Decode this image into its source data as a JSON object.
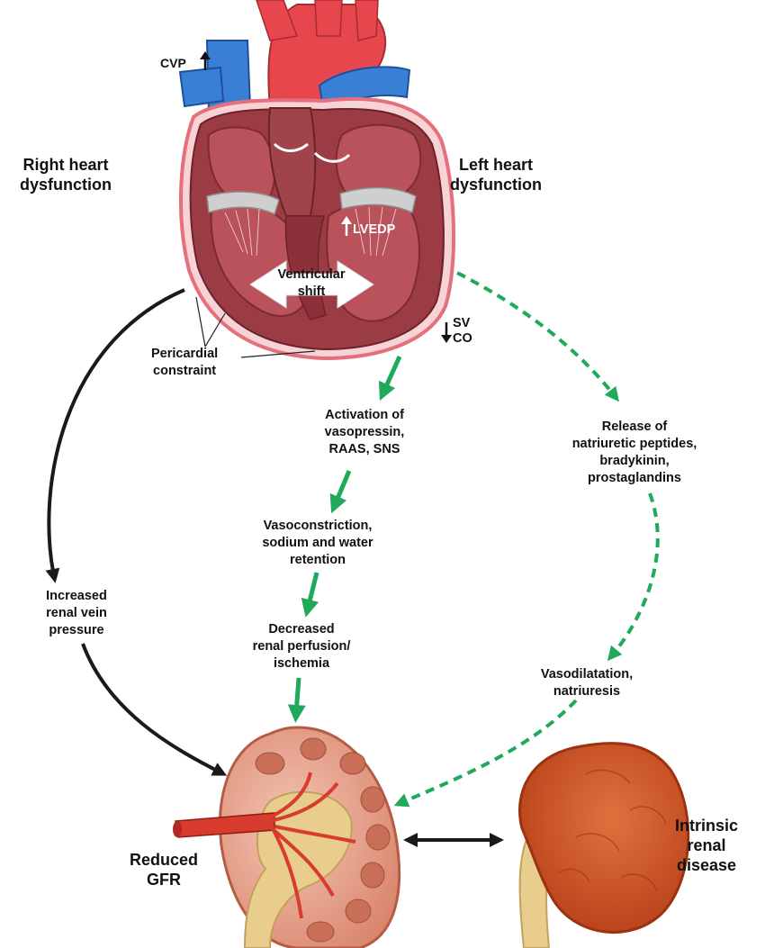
{
  "colors": {
    "arrow_green": "#1fa95a",
    "arrow_black": "#1a1a1a",
    "heart_red": "#c8343d",
    "vessel_blue": "#3a7fd6",
    "myocardium": "#9b3b43",
    "pericardium": "#e4707c",
    "kidney_dark": "#c74a1f",
    "kidney_light": "#e9a68f",
    "ureter": "#e8cd8c"
  },
  "icons": [
    "up-arrow-icon",
    "down-arrow-icon",
    "double-headed-arrow-icon"
  ],
  "labels": {
    "cvp": "CVP",
    "right_heart": [
      "Right heart",
      "dysfunction"
    ],
    "left_heart": [
      "Left heart",
      "dysfunction"
    ],
    "lvedp": "LVEDP",
    "ventricular_shift": [
      "Ventricular",
      "shift"
    ],
    "sv": "SV",
    "co": "CO",
    "pericardial": [
      "Pericardial",
      "constraint"
    ],
    "activation": [
      "Activation of",
      "vasopressin,",
      "RAAS, SNS"
    ],
    "release": [
      "Release of",
      "natriuretic peptides,",
      "bradykinin,",
      "prostaglandins"
    ],
    "vasoconstriction": [
      "Vasoconstriction,",
      "sodium and water",
      "retention"
    ],
    "renal_vein": [
      "Increased",
      "renal vein",
      "pressure"
    ],
    "decreased": [
      "Decreased",
      "renal perfusion/",
      "ischemia"
    ],
    "vasodilatation": [
      "Vasodilatation,",
      "natriuresis"
    ],
    "reduced_gfr": [
      "Reduced",
      "GFR"
    ],
    "intrinsic": [
      "Intrinsic",
      "renal",
      "disease"
    ]
  }
}
